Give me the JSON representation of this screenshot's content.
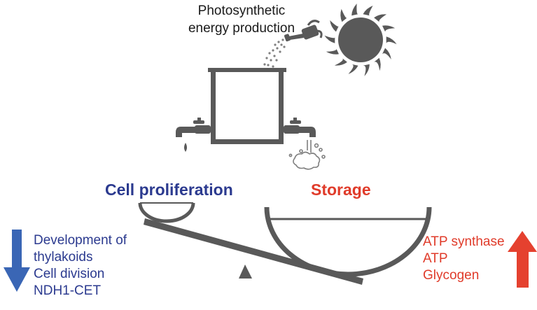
{
  "colors": {
    "gray": "#595959",
    "blue": "#2b3a8f",
    "blue_arrow": "#3a66b5",
    "red": "#e03b2a",
    "red_arrow": "#e5412f"
  },
  "energy_caption": {
    "line1": "Photosynthetic",
    "line2": "energy production"
  },
  "cell_proliferation": {
    "title": "Cell proliferation",
    "items": [
      "Development of",
      "thylakoids",
      "Cell division",
      "NDH1-CET"
    ],
    "trend": "down"
  },
  "storage": {
    "title": "Storage",
    "items": [
      "ATP synthase",
      "ATP",
      "Glycogen"
    ],
    "trend": "up"
  },
  "icons": [
    "sun-icon",
    "watering-can-icon",
    "water-tank-icon",
    "left-faucet-icon",
    "right-faucet-icon",
    "balance-scale-icon"
  ]
}
